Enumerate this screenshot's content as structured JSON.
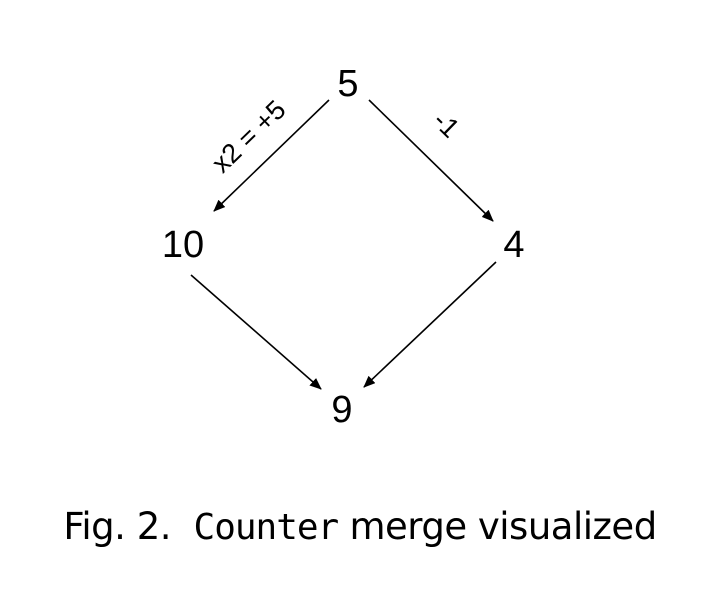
{
  "figure": {
    "nodes": [
      {
        "id": "top",
        "label": "5"
      },
      {
        "id": "left",
        "label": "10"
      },
      {
        "id": "right",
        "label": "4"
      },
      {
        "id": "bottom",
        "label": "9"
      }
    ],
    "edges": [
      {
        "from": "5",
        "to": "10",
        "label": "x2 = +5"
      },
      {
        "from": "5",
        "to": "4",
        "label": "-1"
      },
      {
        "from": "10",
        "to": "9",
        "label": ""
      },
      {
        "from": "4",
        "to": "9",
        "label": ""
      }
    ]
  },
  "caption": {
    "prefix": "Fig. 2.  ",
    "code": "Counter",
    "suffix": " merge visualized"
  }
}
